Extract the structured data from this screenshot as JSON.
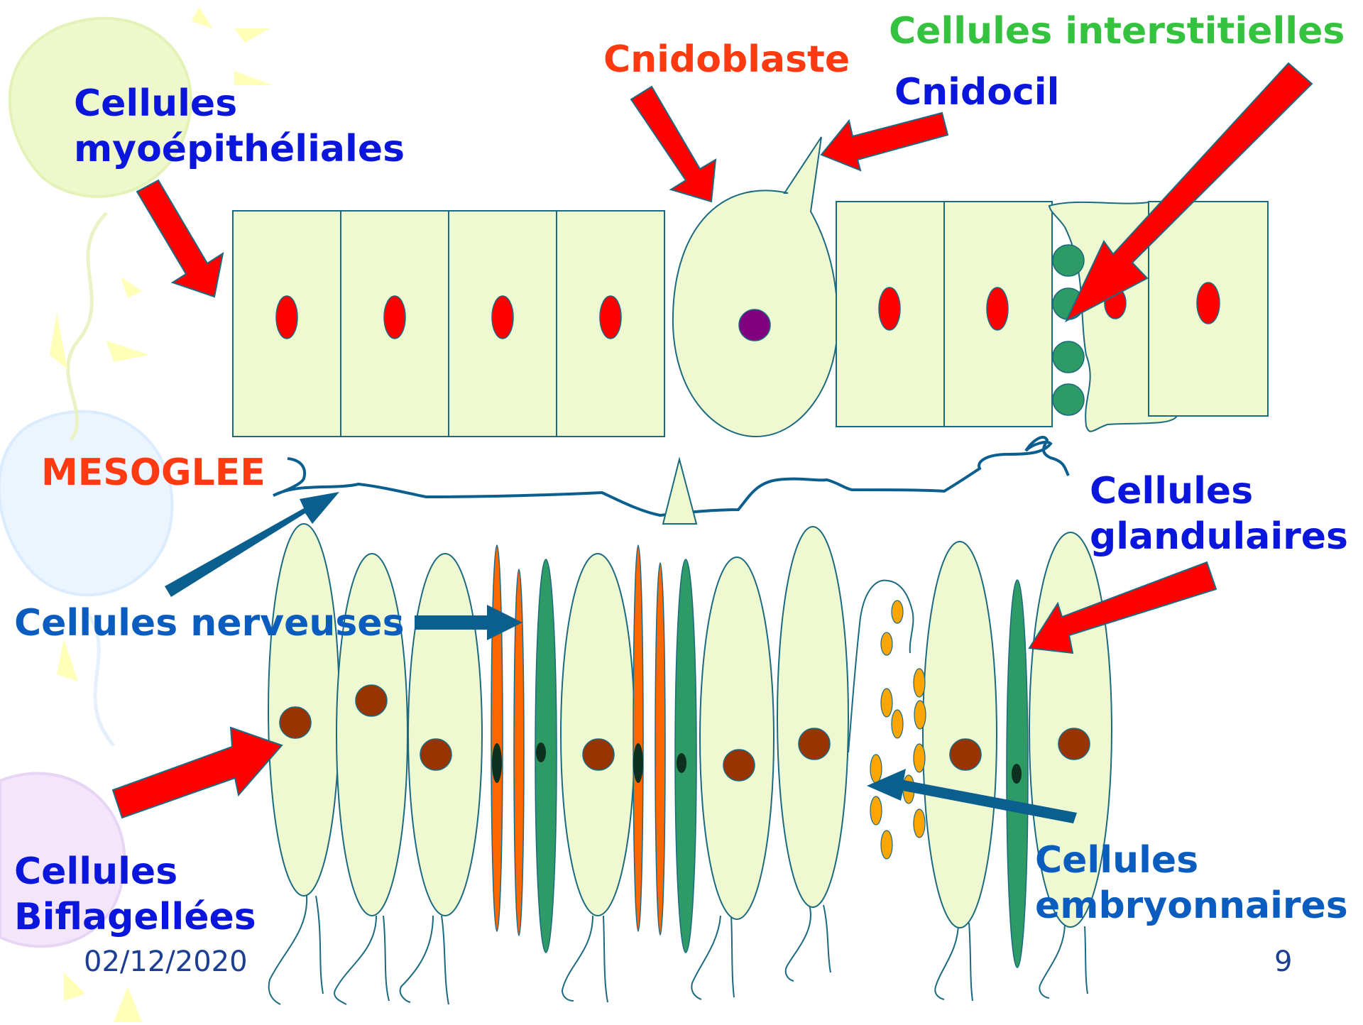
{
  "labels": {
    "myoepitheliales": [
      "Cellules",
      "myoépithéliales"
    ],
    "cnidoblaste": "Cnidoblaste",
    "cnidocil": "Cnidocil",
    "interstitielles": "Cellules interstitielles",
    "mesoglee": "MESOGLEE",
    "glandulaires": [
      "Cellules",
      "glandulaires"
    ],
    "nerveuses": "Cellules nerveuses",
    "biflagellees": [
      "Cellules",
      "Biflagellées"
    ],
    "embryonnaires": [
      "Cellules",
      "embryonnaires"
    ]
  },
  "footer": {
    "date": "02/12/2020",
    "page": "9"
  },
  "colors": {
    "cell_fill": "#eef9d2",
    "cell_stroke": "#1b6a80",
    "nucleus_red": "#ff0000",
    "nucleus_brown": "#993300",
    "nucleus_purple": "#800080",
    "interstitial_green": "#2e9a66",
    "nerve_orange": "#ff6600",
    "gland_yellow": "#ffa500",
    "arrow_red": "#ff0000",
    "arrow_blue": "#0a5f8f"
  }
}
